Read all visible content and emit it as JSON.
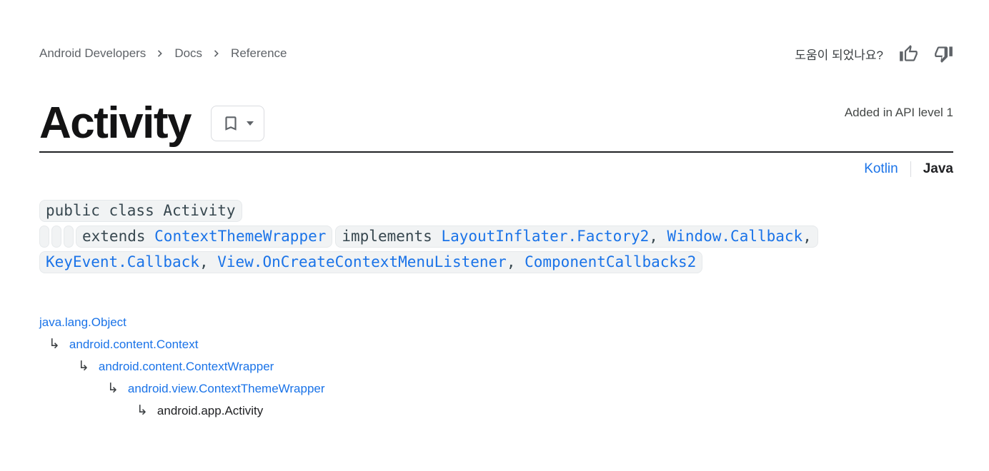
{
  "colors": {
    "link_blue": "#1a73e8",
    "chip_background": "#f1f3f4",
    "code_text": "#37474f",
    "gray_icon": "#5f6368",
    "title_underline": "#202124"
  },
  "breadcrumb": {
    "items": [
      {
        "label": "Android Developers"
      },
      {
        "label": "Docs"
      },
      {
        "label": "Reference"
      }
    ],
    "separator_icon": "chevron-right"
  },
  "feedback": {
    "question": "도움이 되었나요?",
    "icons": [
      "thumb-up",
      "thumb-down"
    ]
  },
  "header": {
    "title": "Activity",
    "api_level_note": "Added in API level 1",
    "bookmark_icon": "bookmark-outline",
    "bookmark_caret_icon": "caret-down"
  },
  "language_tabs": {
    "tabs": [
      {
        "label": "Kotlin",
        "active": false
      },
      {
        "label": "Java",
        "active": true
      }
    ]
  },
  "code_declaration": {
    "lines": [
      {
        "chips": [
          {
            "type": "code",
            "tokens": [
              {
                "text": "public class Activity",
                "style": "plain"
              }
            ]
          }
        ]
      },
      {
        "chips": [
          {
            "type": "spacer"
          },
          {
            "type": "spacer"
          },
          {
            "type": "spacer"
          },
          {
            "type": "code",
            "tokens": [
              {
                "text": "extends ",
                "style": "plain"
              },
              {
                "text": "ContextThemeWrapper",
                "style": "link"
              }
            ]
          },
          {
            "type": "code",
            "tokens": [
              {
                "text": "implements ",
                "style": "plain"
              },
              {
                "text": "LayoutInflater.Factory2",
                "style": "link"
              },
              {
                "text": ", ",
                "style": "plain"
              },
              {
                "text": "Window.Callback",
                "style": "link"
              },
              {
                "text": ",",
                "style": "plain"
              }
            ]
          }
        ]
      },
      {
        "chips": [
          {
            "type": "code",
            "tokens": [
              {
                "text": "KeyEvent.Callback",
                "style": "link"
              },
              {
                "text": ", ",
                "style": "plain"
              },
              {
                "text": "View.OnCreateContextMenuListener",
                "style": "link"
              },
              {
                "text": ", ",
                "style": "plain"
              },
              {
                "text": "ComponentCallbacks2",
                "style": "link"
              }
            ]
          }
        ]
      }
    ]
  },
  "hierarchy": {
    "arrow": "↳",
    "items": [
      {
        "label": "java.lang.Object",
        "link": true,
        "depth": 0
      },
      {
        "label": "android.content.Context",
        "link": true,
        "depth": 1
      },
      {
        "label": "android.content.ContextWrapper",
        "link": true,
        "depth": 2
      },
      {
        "label": "android.view.ContextThemeWrapper",
        "link": true,
        "depth": 3
      },
      {
        "label": "android.app.Activity",
        "link": false,
        "depth": 4
      }
    ]
  }
}
